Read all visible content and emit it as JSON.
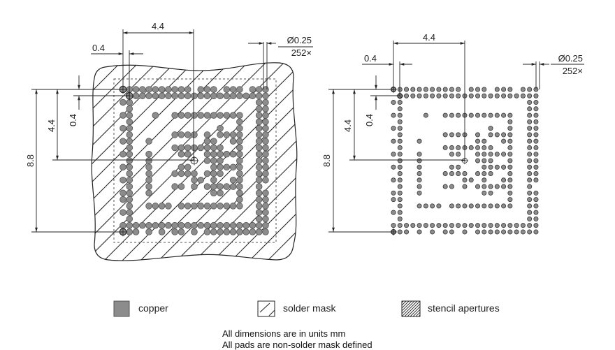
{
  "diagram": {
    "pitch_mm": "0.4",
    "left_view": {
      "dim_half": "4.4",
      "dim_pitch": "0.4",
      "dim_full": "8.8",
      "dim_vert_half": "4.4",
      "dim_vert_pitch": "0.4",
      "pad_dia": "Ø0.25",
      "pad_count": "252×"
    },
    "right_view": {
      "dim_half": "4.4",
      "dim_pitch": "0.4",
      "dim_full": "8.8",
      "dim_vert_half": "4.4",
      "dim_vert_pitch": "0.4",
      "pad_dia": "Ø0.25",
      "pad_count": "252×"
    },
    "pad_map": [
      "11111111111011101110111",
      "01111111111111111111111",
      "11000000000000000000011",
      "01000000000000000000011",
      "11000100111111111110011",
      "01000000000000000010011",
      "11000000000000010010011",
      "01000000111101011110011",
      "11001000000001100110011",
      "01000000111111110010011",
      "11001000011001111110011",
      "01001000000001110010011",
      "11001000011000111110011",
      "01001000111101110010011",
      "11001000000110100110011",
      "01001000110101111110010",
      "11001000000000110010011",
      "11000000000000000010011",
      "01001111011111111110011",
      "11000000000000000000011",
      "01000000000000000000011",
      "11111111111111111111111",
      "11101010110101111111111"
    ],
    "colors": {
      "copper": "#8c8c8c",
      "line": "#222222"
    }
  },
  "legend": {
    "copper": "copper",
    "solder_mask": "solder mask",
    "stencil": "stencil apertures"
  },
  "notes": [
    "All dimensions are in units mm",
    "All pads are non-solder mask defined"
  ]
}
